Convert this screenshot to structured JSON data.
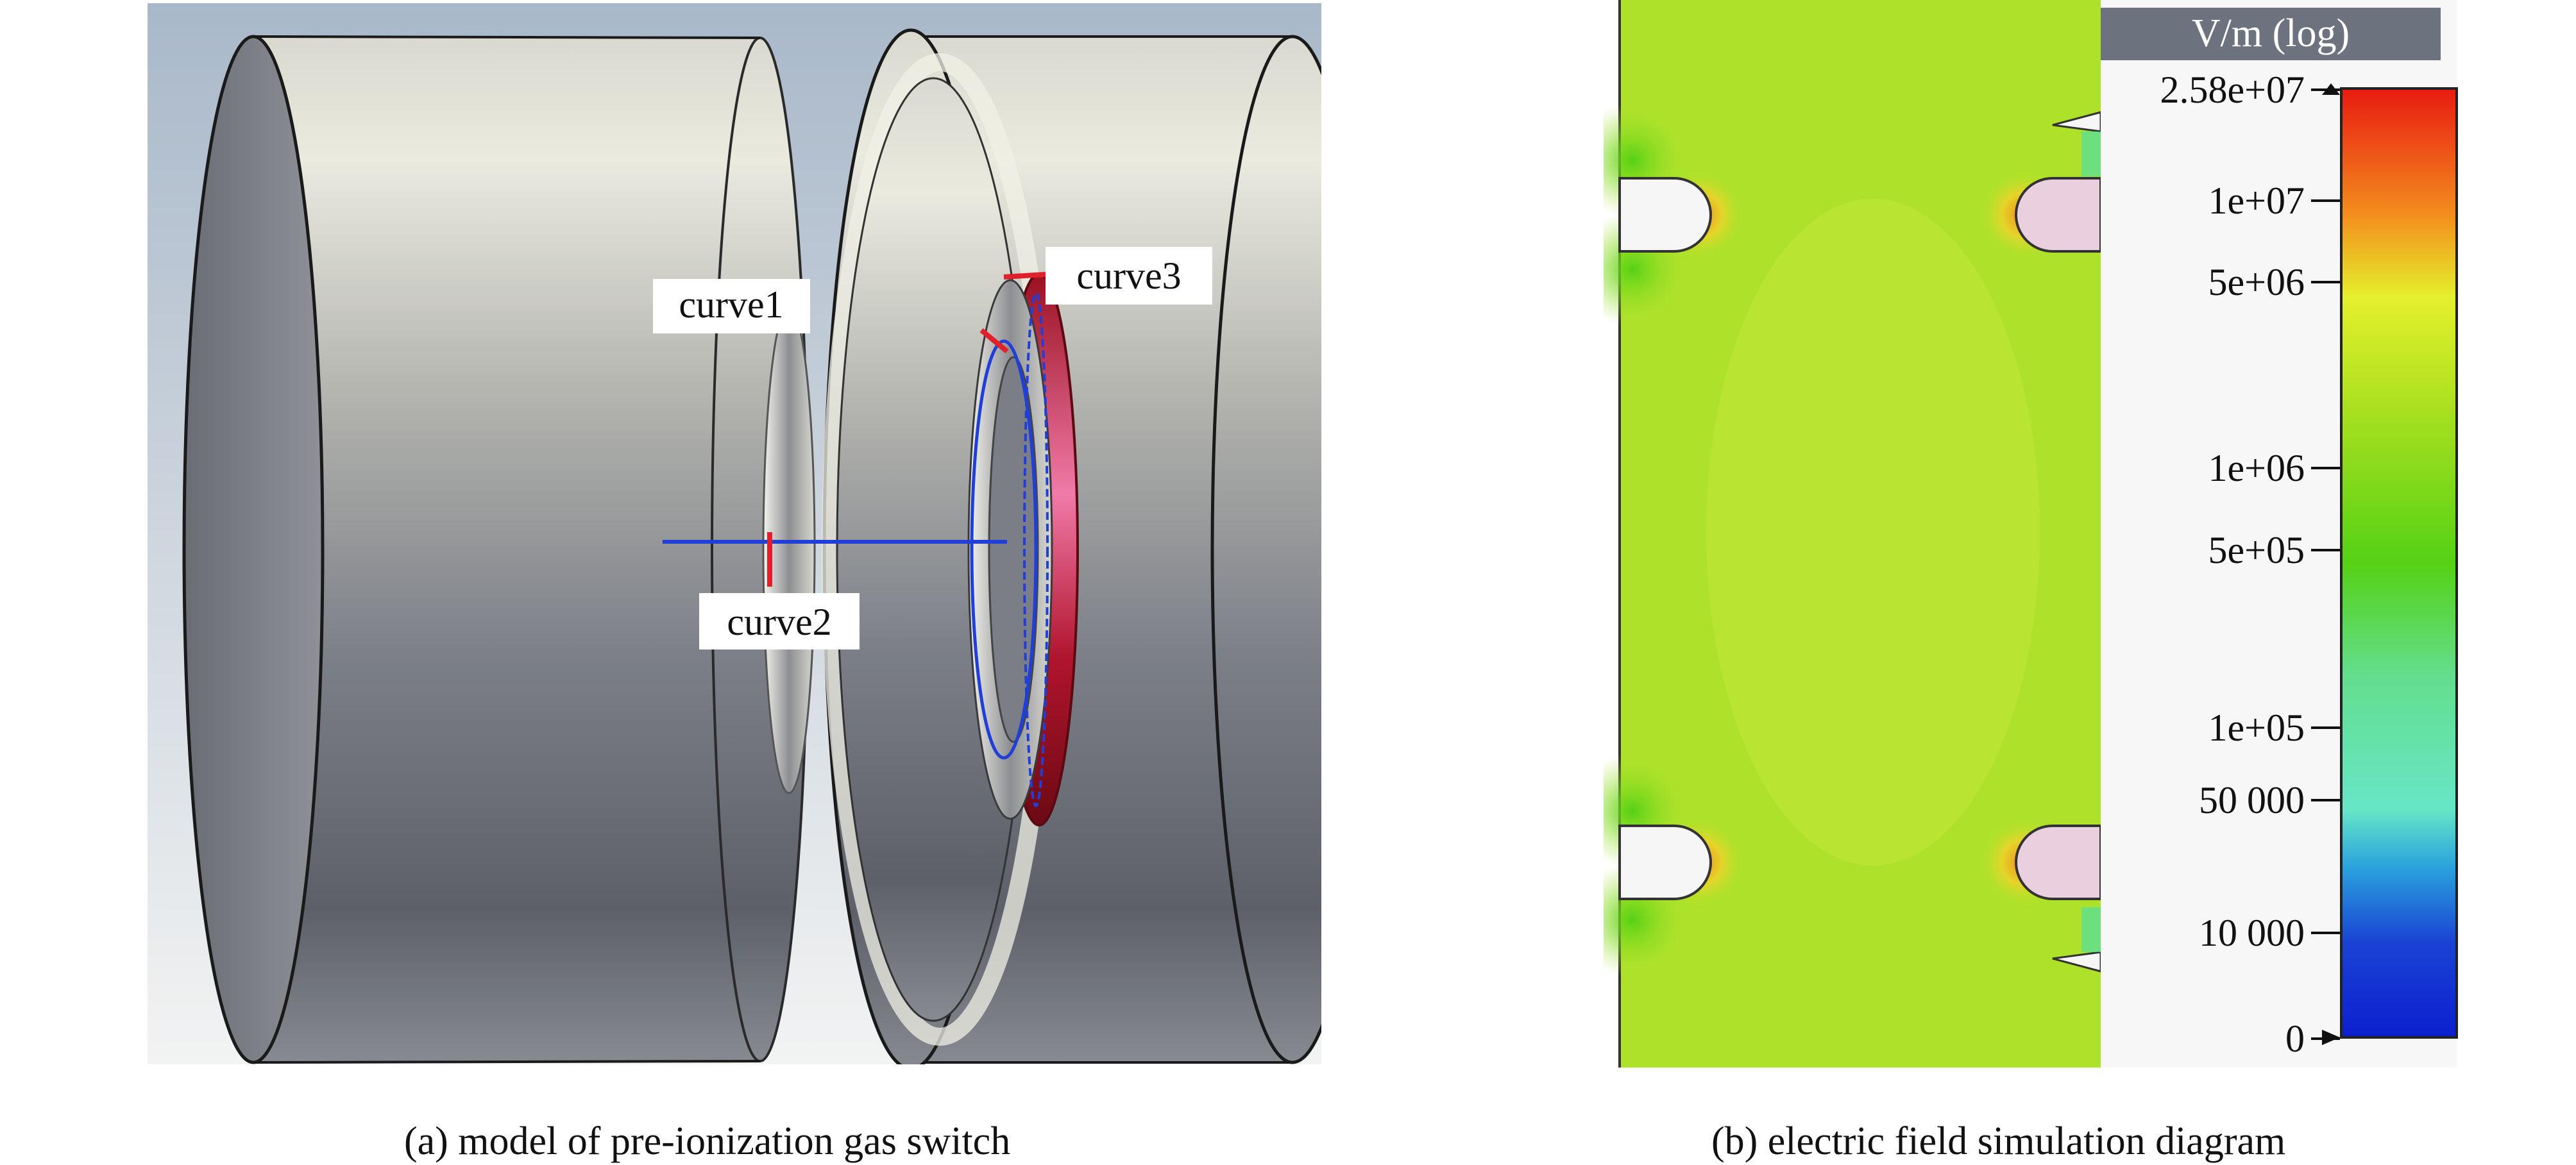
{
  "figure": {
    "captions": {
      "a": "(a) model of pre-ionization gas switch",
      "b": "(b) electric field simulation diagram"
    }
  },
  "model": {
    "callouts": [
      "curve1",
      "curve2",
      "curve3"
    ],
    "colors": {
      "background_top": "#a9b8c9",
      "background_bottom": "#f2f3f3",
      "electrode_light": "#e8e8dc",
      "electrode_dark": "#55575e",
      "curve_line": "#1f3fd8",
      "callout_marker": "#e0202a",
      "ring": "#c7223c"
    }
  },
  "simulation": {
    "colorbar": {
      "title": "V/m (log)",
      "tick_labels": [
        "2.58e+07",
        "1e+07",
        "5e+06",
        "1e+06",
        "5e+05",
        "1e+05",
        "50 000",
        "10 000",
        "0"
      ],
      "colors": [
        "#e81b12",
        "#f38a1c",
        "#e5f02c",
        "#a8e01f",
        "#55d115",
        "#63de8e",
        "#67e6c7",
        "#2aa3dd",
        "#1a43d4",
        "#0b1fcf"
      ]
    },
    "field_color": "#aee22a"
  }
}
